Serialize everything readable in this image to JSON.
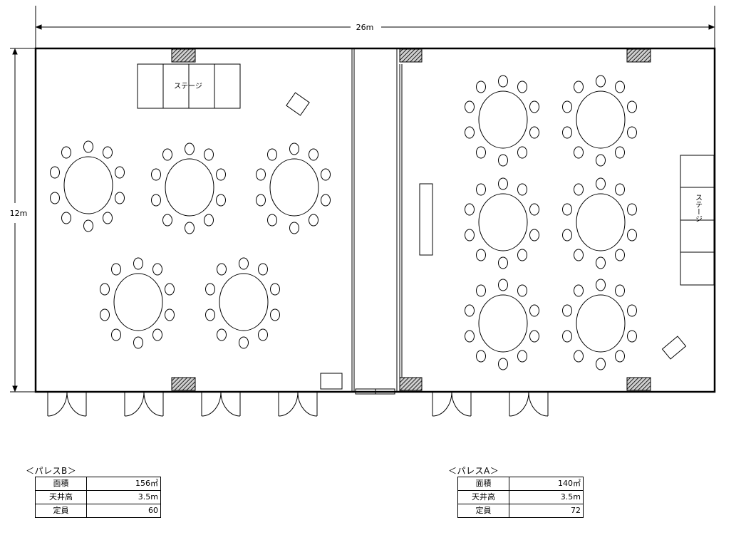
{
  "dimensions": {
    "width_label": "26m",
    "height_label": "12m"
  },
  "stage_label": "ステージ",
  "rooms": [
    {
      "title": "＜パレスB＞",
      "specs": [
        {
          "label": "面積",
          "value": "156㎡"
        },
        {
          "label": "天井高",
          "value": "3.5m"
        },
        {
          "label": "定員",
          "value": "60"
        }
      ]
    },
    {
      "title": "＜パレスA＞",
      "specs": [
        {
          "label": "面積",
          "value": "140㎡"
        },
        {
          "label": "天井高",
          "value": "3.5m"
        },
        {
          "label": "定員",
          "value": "72"
        }
      ]
    }
  ],
  "colors": {
    "line": "#000000",
    "pillar_hatch": "#333333"
  }
}
